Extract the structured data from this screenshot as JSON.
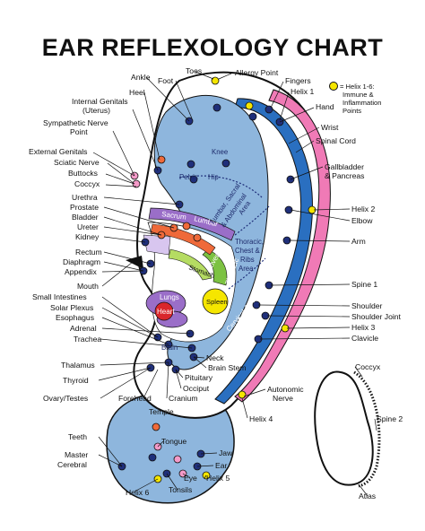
{
  "title": "EAR REFLEXOLOGY CHART",
  "legend": {
    "text": [
      "= Helix 1-6:",
      "Immune &",
      "Inflammation",
      "Points"
    ],
    "dot_color": "#f5e600"
  },
  "colors": {
    "lobe": "#8eb6dd",
    "helix_blue": "#2a6fc0",
    "helix_pink": "#f07ab6",
    "concha_purple": "#9a6ec8",
    "heart_red": "#d9262b",
    "spleen_yellow": "#f5e600",
    "liver_green": "#7cc242",
    "point_navy": "#1f2f7a",
    "point_orange": "#ef6a3a",
    "point_pink": "#f49ac8"
  },
  "labels_left": [
    "Ankle",
    "Heel",
    "Internal Genitals",
    "(Uterus)",
    "Sympathetic Nerve",
    "Point",
    "External Genitals",
    "Sciatic Nerve",
    "Buttocks",
    "Coccyx",
    "Urethra",
    "Prostate",
    "Bladder",
    "Ureter",
    "Kidney",
    "Rectum",
    "Diaphragm",
    "Appendix",
    "Mouth",
    "Small Intestines",
    "Solar Plexus",
    "Esophagus",
    "Adrenal",
    "Trachea",
    "Thalamus",
    "Thyroid",
    "Ovary/Testes",
    "Teeth",
    "Master",
    "Cerebral"
  ],
  "labels_top": [
    "Toes",
    "Allergy Point",
    "Foot",
    "Fingers",
    "Helix 1"
  ],
  "labels_right": [
    "Hand",
    "Wrist",
    "Spinal Cord",
    "Gallbladder",
    "& Pancreas",
    "Helix 2",
    "Elbow",
    "Arm",
    "Spine 1",
    "Shoulder",
    "Shoulder Joint",
    "Helix 3",
    "Clavicle",
    "Autonomic",
    "Nerve",
    "Helix 4",
    "Coccyx",
    "Spine 2",
    "Atlas"
  ],
  "labels_inner": [
    "Knee",
    "Pelvis",
    "Hip",
    "Sacrum",
    "Lumbar",
    "Lumbar, Sacral",
    "& Abdominal",
    "Area",
    "Thoracic,",
    "Chest &",
    "Ribs",
    "Area",
    "Liver",
    "Stomach",
    "Thoracic",
    "Lungs",
    "Heart",
    "Spleen",
    "Cervical & Neck",
    "Area",
    "Brain",
    "Neck",
    "Brain Stem",
    "Pituitary",
    "Occiput",
    "Cranium",
    "Forehead",
    "Temple",
    "Tongue",
    "Jaw",
    "Ear",
    "Eye",
    "Helix 5",
    "Tonsils",
    "Helix 6"
  ]
}
